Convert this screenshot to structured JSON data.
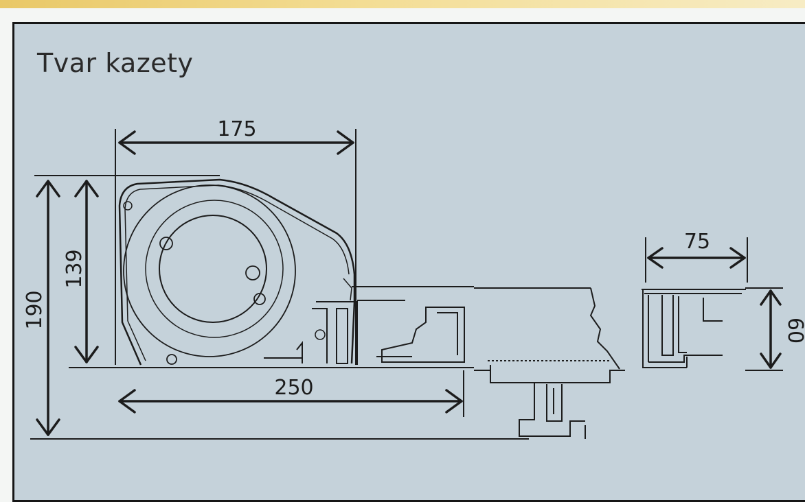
{
  "title": "Tvar kazety",
  "dimensions": {
    "width_top": "175",
    "height_inner": "139",
    "height_total": "190",
    "width_bottom": "250",
    "profile_width": "75",
    "profile_height": "60"
  },
  "colors": {
    "panel_background": "#c5d2da",
    "line": "#1c1c1c",
    "accent_band": "#e9c867"
  }
}
